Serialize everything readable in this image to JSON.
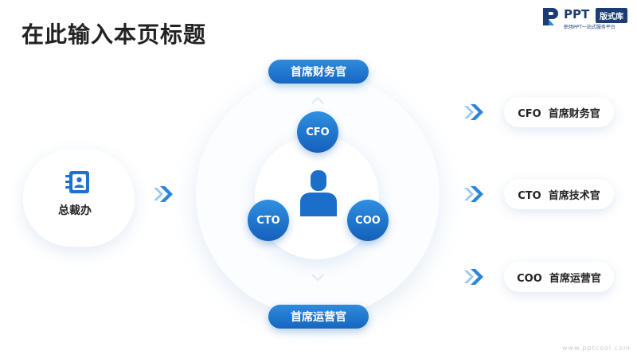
{
  "page": {
    "title": "在此输入本页标题"
  },
  "logo": {
    "brand": "PPT",
    "badge": "版式库",
    "tagline": "职场PPT一站式服务平台"
  },
  "left": {
    "label": "总裁办",
    "icon": "contact-card-icon"
  },
  "center": {
    "top_pill": "首席财务官",
    "bottom_pill": "首席运营官",
    "person_icon": "person-icon",
    "nodes": {
      "top": "CFO",
      "left": "CTO",
      "right": "COO"
    }
  },
  "right_items": [
    {
      "label": "CFO  首席财务官"
    },
    {
      "label": "CTO  首席技术官"
    },
    {
      "label": "COO  首席运营官"
    }
  ],
  "footer": {
    "url": "www.pptcool.com"
  },
  "colors": {
    "accent": "#1a6fcc",
    "accent_light": "#2f8fe0",
    "brand_dark": "#1b3d74"
  }
}
